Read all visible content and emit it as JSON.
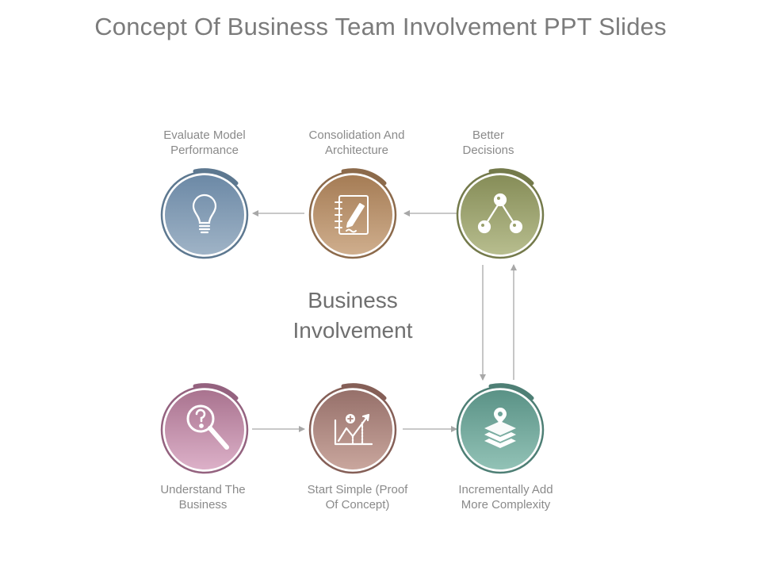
{
  "title": "Concept Of Business Team Involvement PPT Slides",
  "center": {
    "line1": "Business",
    "line2": "Involvement"
  },
  "nodes": {
    "evaluate": {
      "label1": "Evaluate Model",
      "label2": "Performance",
      "icon": "lightbulb-icon",
      "color": "#7d98b3",
      "ring": "#5d7890"
    },
    "consolidation": {
      "label1": "Consolidation And",
      "label2": "Architecture",
      "icon": "notebook-pencil-icon",
      "color": "#b38e67",
      "ring": "#8c6a4b"
    },
    "better": {
      "label1": "Better",
      "label2": "Decisions",
      "icon": "network-nodes-icon",
      "color": "#99a06c",
      "ring": "#747a4b"
    },
    "understand": {
      "label1": "Understand The",
      "label2": "Business",
      "icon": "search-question-icon",
      "color": "#c08cab",
      "ring": "#94627f"
    },
    "start": {
      "label1": "Start Simple (Proof",
      "label2": "Of Concept)",
      "icon": "growth-chart-icon",
      "color": "#ad857c",
      "ring": "#855f57"
    },
    "incremental": {
      "label1": "Incrementally  Add",
      "label2": "More Complexity",
      "icon": "layers-location-icon",
      "color": "#6fa49a",
      "ring": "#4e7f75"
    }
  }
}
